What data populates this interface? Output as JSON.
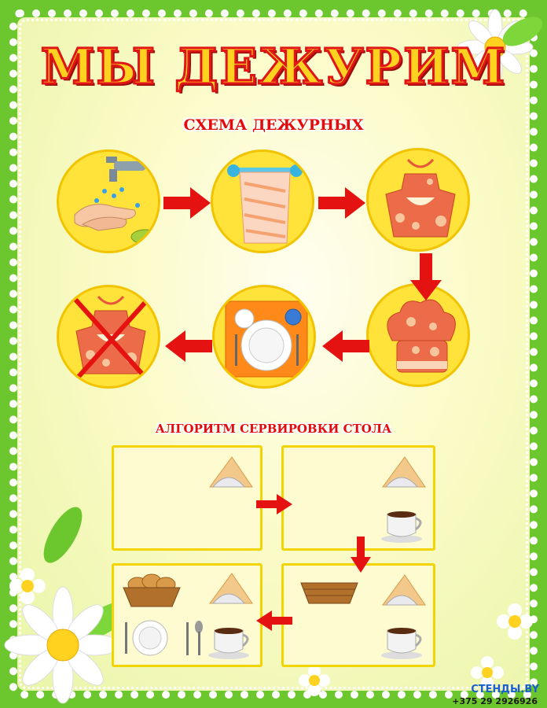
{
  "title": "МЫ ДЕЖУРИМ",
  "scheme_heading": "СХЕМА ДЕЖУРНЫХ",
  "algorithm_heading": "АЛГОРИТМ СЕРВИРОВКИ СТОЛА",
  "scheme_steps": [
    {
      "icon": "wash-hands-icon"
    },
    {
      "icon": "towel-icon"
    },
    {
      "icon": "apron-icon"
    },
    {
      "icon": "chef-hat-icon"
    },
    {
      "icon": "table-setting-icon"
    },
    {
      "icon": "apron-crossed-icon"
    }
  ],
  "algorithm_steps": [
    {
      "items": [
        "napkin-holder-icon"
      ]
    },
    {
      "items": [
        "napkin-holder-icon",
        "cup-icon"
      ]
    },
    {
      "items": [
        "bread-basket-icon",
        "napkin-holder-icon"
      ]
    },
    {
      "items": [
        "bread-basket-icon",
        "napkin-holder-icon",
        "plate-icon",
        "cutlery-icon",
        "cup-icon"
      ]
    }
  ],
  "brand": {
    "name": "СТЕНДЫ.BY",
    "phone": "+375 29 2926926"
  },
  "colors": {
    "frame": "#6cc72e",
    "circle": "#ffe23a",
    "arrow": "#e51212",
    "title_fill": "#ffd21f",
    "title_stroke": "#e01515"
  }
}
